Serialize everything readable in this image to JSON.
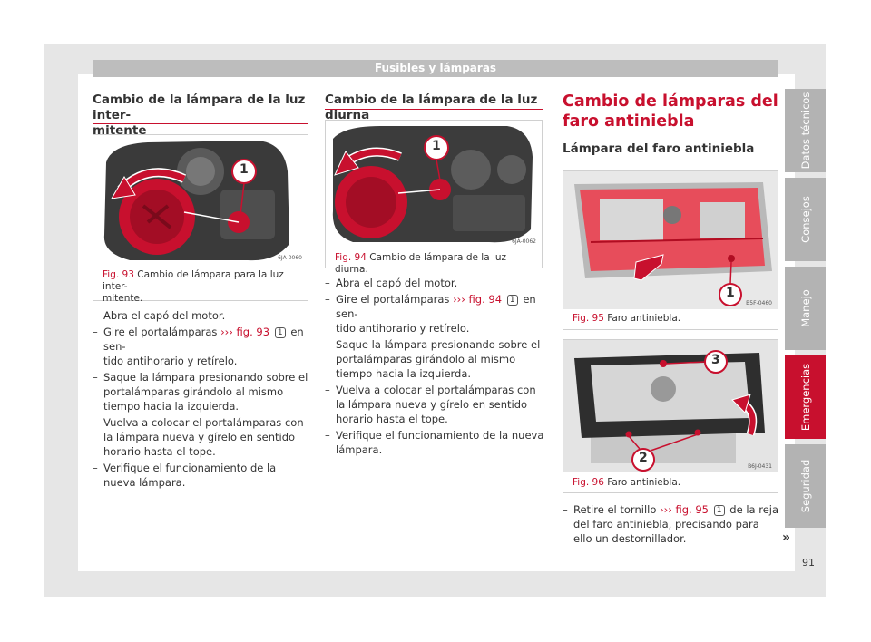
{
  "header": {
    "title": "Fusibles y lámparas"
  },
  "col1": {
    "heading": "Cambio de la lámpara de la luz inter-\nmitente",
    "figure": {
      "label": "Fig. 93",
      "caption": "Cambio de lámpara para la luz inter-\nmitente.",
      "code": "6JA-0060",
      "callout": "1"
    },
    "steps": [
      "Abra el capó del motor.",
      {
        "pre": "Gire el portalámparas ",
        "arrow": "›››",
        "ref": " fig. 93",
        "badge": "1",
        "post": " en sen-\ntido antihorario y retírelo."
      },
      "Saque la lámpara presionando sobre el portalámparas girándolo al mismo tiempo hacia la izquierda.",
      "Vuelva a colocar el portalámparas con la lámpara nueva y gírelo en sentido horario hasta el tope.",
      "Verifique el funcionamiento de la nueva lámpara."
    ]
  },
  "col2": {
    "heading": "Cambio de la lámpara de la luz diurna",
    "figure": {
      "label": "Fig. 94",
      "caption": "Cambio de lámpara de la luz diurna.",
      "code": "6JA-0062",
      "callout": "1"
    },
    "steps": [
      "Abra el capó del motor.",
      {
        "pre": "Gire el portalámparas ",
        "arrow": "›››",
        "ref": " fig. 94",
        "badge": "1",
        "post": " en sen-\ntido antihorario y retírelo."
      },
      "Saque la lámpara presionando sobre el portalámparas girándolo al mismo tiempo hacia la izquierda.",
      "Vuelva a colocar el portalámparas con la lámpara nueva y gírelo en sentido horario hasta el tope.",
      "Verifique el funcionamiento de la nueva lámpara."
    ]
  },
  "col3": {
    "heading": "Cambio de lámparas del faro antiniebla",
    "subheading": "Lámpara del faro antiniebla",
    "figure95": {
      "label": "Fig. 95",
      "caption": "Faro antiniebla.",
      "code": "B5F-0460",
      "callout": "1"
    },
    "figure96": {
      "label": "Fig. 96",
      "caption": "Faro antiniebla.",
      "code": "B6J-0431",
      "callout2": "2",
      "callout3": "3"
    },
    "step": {
      "pre": "Retire el tornillo ",
      "arrow": "›››",
      "ref": " fig. 95",
      "badge": "1",
      "post": " de la reja del faro antiniebla, precisando para ello un destornillador."
    }
  },
  "tabs": [
    "Datos técnicos",
    "Consejos",
    "Manejo",
    "Emergencias",
    "Seguridad"
  ],
  "active_tab": "Emergencias",
  "continue_mark": "»",
  "page_number": "91",
  "colors": {
    "accent": "#c8102e",
    "tab": "#b3b3b3",
    "header": "#bdbdbd"
  }
}
